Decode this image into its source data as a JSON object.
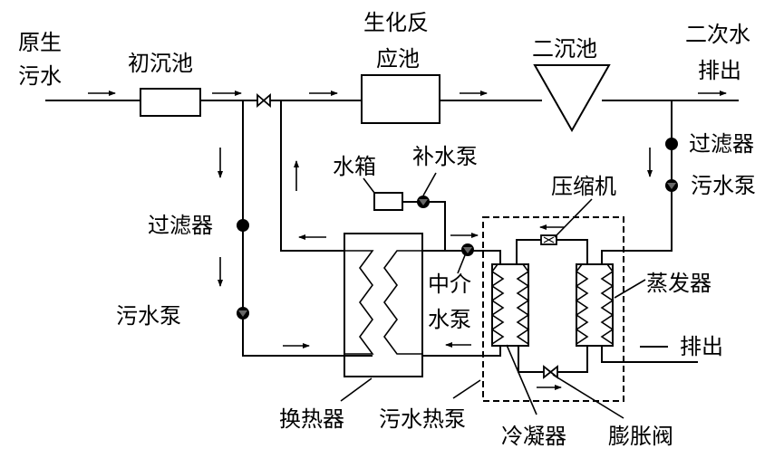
{
  "title": "污水源热泵系统流程图",
  "labels": {
    "raw_sewage": [
      "原生",
      "污水"
    ],
    "primary_clarifier": "初沉池",
    "bioreactor": [
      "生化反",
      "应池"
    ],
    "secondary_clarifier": "二沉池",
    "secondary_discharge": [
      "二次水",
      "排出"
    ],
    "filter_left": "过滤器",
    "pump_left": "污水泵",
    "water_tank": "水箱",
    "makeup_pump": "补水泵",
    "compressor": "压缩机",
    "filter_right": "过滤器",
    "pump_right": "污水泵",
    "intermediate_pump": [
      "中介",
      "水泵"
    ],
    "evaporator": "蒸发器",
    "discharge": "排出",
    "heat_exchanger": "换热器",
    "sewage_heat_pump": "污水热泵",
    "condenser": "冷凝器",
    "expansion_valve": "膨胀阀"
  },
  "components": [
    {
      "id": "primary-clarifier",
      "type": "tank-rect"
    },
    {
      "id": "bioreactor",
      "type": "tank-rect"
    },
    {
      "id": "secondary-clarifier",
      "type": "tank-triangle"
    },
    {
      "id": "valve-main",
      "type": "gate-valve"
    },
    {
      "id": "filter-left",
      "type": "filter"
    },
    {
      "id": "pump-left",
      "type": "pump"
    },
    {
      "id": "water-tank",
      "type": "tank-rect"
    },
    {
      "id": "makeup-pump",
      "type": "pump"
    },
    {
      "id": "heat-exchanger",
      "type": "coil-exchanger"
    },
    {
      "id": "intermediate-pump",
      "type": "pump"
    },
    {
      "id": "condenser",
      "type": "coil-exchanger"
    },
    {
      "id": "evaporator",
      "type": "coil-exchanger"
    },
    {
      "id": "compressor",
      "type": "compressor"
    },
    {
      "id": "expansion-valve",
      "type": "expansion-valve"
    },
    {
      "id": "filter-right",
      "type": "filter"
    },
    {
      "id": "pump-right",
      "type": "pump"
    },
    {
      "id": "heat-pump-boundary",
      "type": "dashed-enclosure"
    }
  ],
  "colors": {
    "ink": "#000000",
    "background": "#ffffff"
  }
}
